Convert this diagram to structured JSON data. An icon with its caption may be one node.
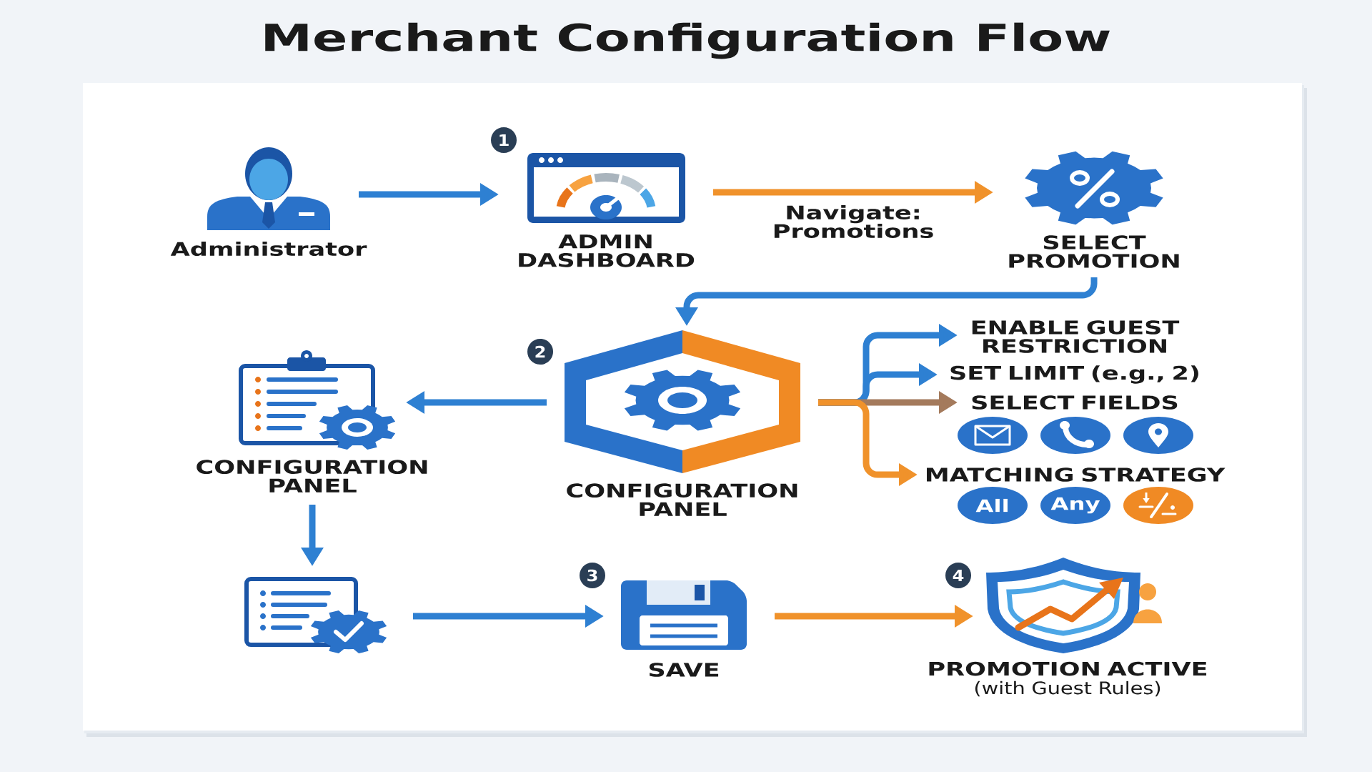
{
  "diagram": {
    "title": "Merchant Configuration Flow",
    "nodes": [
      {
        "text": [
          "Administrator"
        ]
      },
      {
        "text": [
          "1"
        ]
      },
      {
        "text": [
          "ADMIN DASHBOARD"
        ]
      },
      {
        "text": [
          "SELECT PROMOTION"
        ]
      },
      {
        "text": [
          "CONFIGURATION PANEL"
        ]
      },
      {
        "text": [
          "2"
        ]
      },
      {
        "text": [
          "CONFIGURATION PANEL"
        ]
      },
      {
        "text": [
          "ENABLE GUEST RESTRICTION"
        ]
      },
      {
        "text": [
          "SET LIMIT (e.g., 2)"
        ]
      },
      {
        "text": [
          "SELECT FIELDS"
        ]
      },
      {
        "text": [],
        "shape": "circle"
      },
      {
        "text": [],
        "shape": "circle"
      },
      {
        "text": [],
        "shape": "circle"
      },
      {
        "text": [
          "MATCHING STRATEGY"
        ]
      },
      {
        "text": [
          "All"
        ]
      },
      {
        "text": [
          "Any"
        ]
      },
      {
        "text": [],
        "shape": "circle"
      },
      {
        "text": [],
        "shape": "picture"
      },
      {
        "text": [
          "3"
        ]
      },
      {
        "text": [
          "SAVE"
        ]
      },
      {
        "text": [
          "4"
        ]
      },
      {
        "text": [
          "PROMOTION ACTIVE",
          "(with Guest Rules)"
        ]
      }
    ],
    "edges": [
      {
        "from": 0,
        "to": 2,
        "arrow": "to"
      },
      {
        "from": 2,
        "to": 3,
        "arrow": "to",
        "label": "Navigate: Promotions",
        "color": "#f0922b"
      },
      {
        "from": 3,
        "to": 6,
        "arrow": "to"
      },
      {
        "from": 6,
        "to": 4,
        "arrow": "to"
      },
      {
        "from": 6,
        "to": 7,
        "arrow": "to"
      },
      {
        "from": 6,
        "to": 8,
        "arrow": "to"
      },
      {
        "from": 6,
        "to": 9,
        "arrow": "to",
        "color": "#a47a5c"
      },
      {
        "from": 6,
        "to": 13,
        "arrow": "to",
        "color": "#f0922b"
      },
      {
        "from": 4,
        "to": 17,
        "arrow": "to"
      },
      {
        "from": 17,
        "to": 19,
        "arrow": "to"
      },
      {
        "from": 19,
        "to": 21,
        "arrow": "to",
        "color": "#f0922b"
      }
    ]
  }
}
